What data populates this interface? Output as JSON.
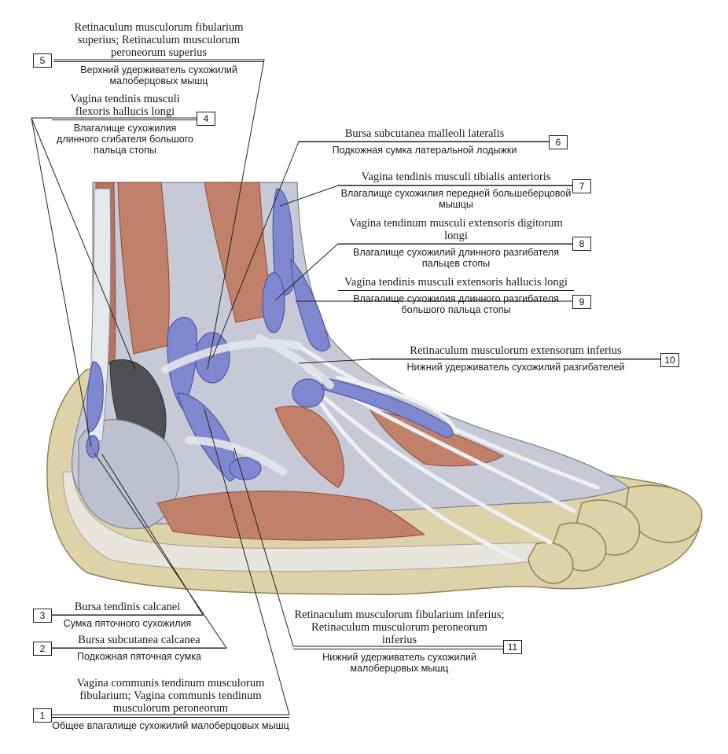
{
  "colors": {
    "skin": "#ddd2a8",
    "skin_edge": "#8f8458",
    "fascia": "#c7cad6",
    "tendon": "#dde1ec",
    "muscle": "#c0806a",
    "muscle_dark": "#8f4a3a",
    "sheath": "#7f88cf",
    "sheath_dark": "#4d56a8",
    "leader": "#222222"
  },
  "labels": [
    {
      "num": "5",
      "latin": "Retinaculum musculorum fibularium superius; Retinaculum musculorum peroneorum superius",
      "russian": "Верхний удерживатель сухожилий малоберцовых мышц"
    },
    {
      "num": "4",
      "latin": "Vagina tendinis musculi flexoris hallucis longi",
      "russian": "Влагалище сухожилия длинного сгибателя большого пальца стопы"
    },
    {
      "num": "6",
      "latin": "Bursa subcutanea malleoli lateralis",
      "russian": "Подкожная сумка латеральной лодыжки"
    },
    {
      "num": "7",
      "latin": "Vagina tendinis musculi tibialis anterioris",
      "russian": "Влагалище сухожилия передней большеберцовой мышцы"
    },
    {
      "num": "8",
      "latin": "Vagina tendinum musculi extensoris digitorum longi",
      "russian": "Влагалище сухожилий длинного разгибателя пальцев стопы"
    },
    {
      "num": "9",
      "latin": "Vagina tendinis musculi extensoris hallucis longi",
      "russian": "Влагалище сухожилия длинного разгибателя большого пальца стопы"
    },
    {
      "num": "10",
      "latin": "Retinaculum musculorum extensorum inferius",
      "russian": "Нижний удерживатель сухожилий разгибателей"
    },
    {
      "num": "3",
      "latin": "Bursa tendinis calcanei",
      "russian": "Сумка пяточного сухожилия"
    },
    {
      "num": "2",
      "latin": "Bursa subcutanea calcanea",
      "russian": "Подкожная пяточная сумка"
    },
    {
      "num": "11",
      "latin": "Retinaculum musculorum fibularium inferius; Retinaculum musculorum peroneorum inferius",
      "russian": "Нижний удерживатель сухожилий малоберцовых мышц"
    },
    {
      "num": "1",
      "latin": "Vagina communis tendinum musculorum fibularium; Vagina communis tendinum musculorum peroneorum",
      "russian": "Общее влагалище сухожилий малоберцовых мышц"
    }
  ]
}
